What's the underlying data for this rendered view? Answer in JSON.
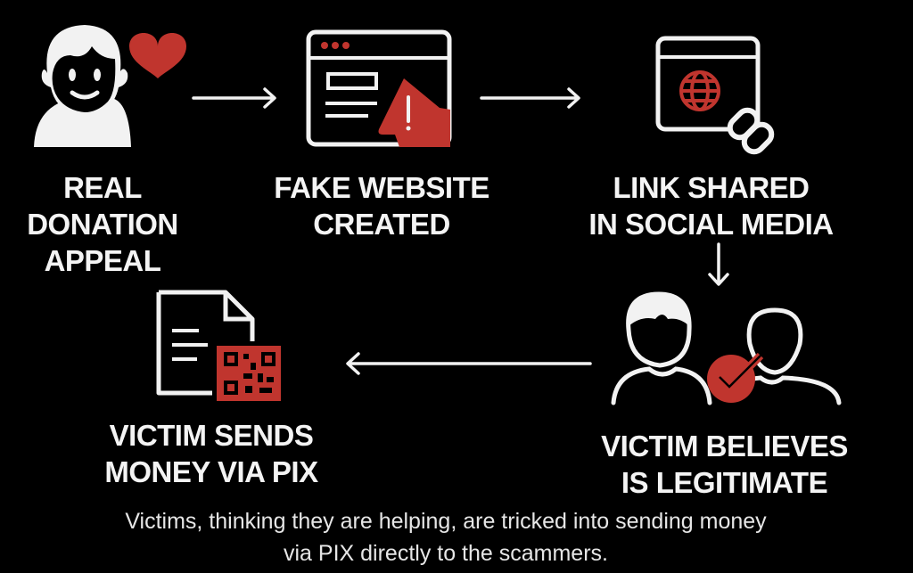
{
  "colors": {
    "accent": "#c0352e",
    "foreground": "#f2f2f2",
    "background": "#000000"
  },
  "steps": [
    {
      "icon": "person-heart-icon",
      "lines": [
        "REAL",
        "DONATION",
        "APPEAL"
      ]
    },
    {
      "icon": "browser-warning-icon",
      "lines": [
        "FAKE WEBSITE",
        "CREATED"
      ]
    },
    {
      "icon": "globe-link-icon",
      "lines": [
        "LINK SHARED",
        "IN SOCIAL MEDIA"
      ]
    },
    {
      "icon": "people-check-icon",
      "lines": [
        "VICTIM BELIEVES",
        "IS LEGITIMATE"
      ]
    },
    {
      "icon": "document-qr-icon",
      "lines": [
        "VICTIM SENDS",
        "MONEY VIA PIX"
      ]
    }
  ],
  "caption": {
    "lines": [
      "Victims, thinking they are helping, are tricked into sending money",
      "via PIX directly to the scammers."
    ]
  }
}
